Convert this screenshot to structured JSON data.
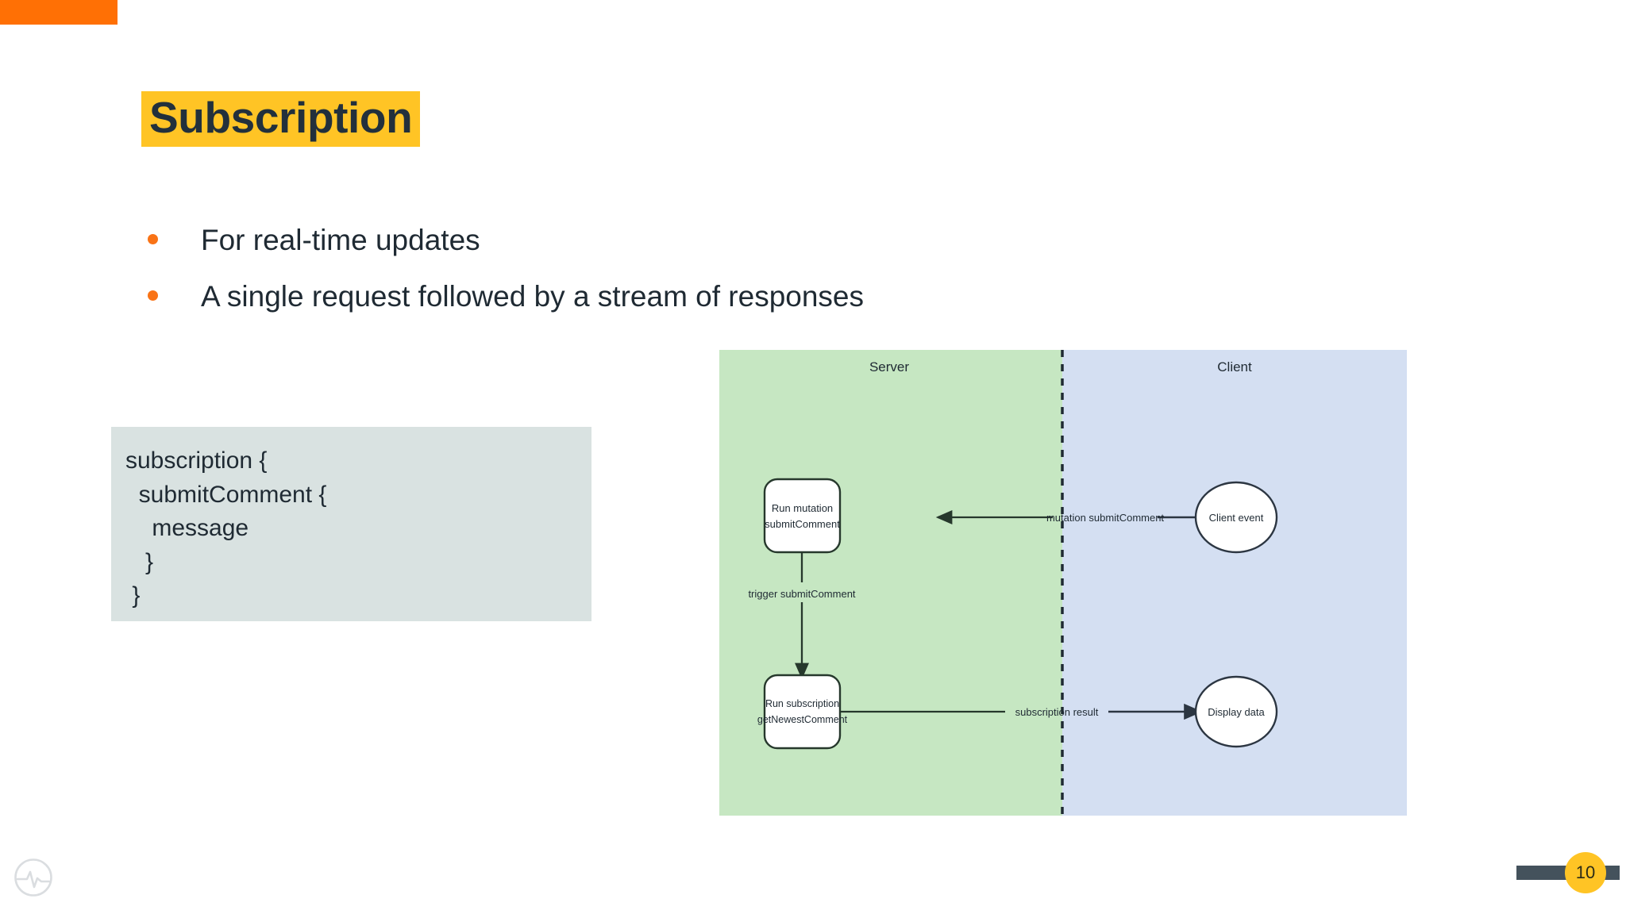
{
  "slide": {
    "title": "Subscription",
    "page_number": "10",
    "accent_color": "#FF7005",
    "highlight_color": "#FFC425",
    "bullet_color": "#F97316",
    "text_color": "#1F2A33",
    "background_color": "#FFFFFF"
  },
  "bullets": [
    {
      "text": "For real-time updates"
    },
    {
      "text": "A single request followed by a stream of responses"
    }
  ],
  "code": {
    "background_color": "#D9E2E1",
    "lines": [
      "subscription {",
      "  submitComment {",
      "    message",
      "   }",
      " }"
    ]
  },
  "diagram": {
    "panels": [
      {
        "name": "server",
        "label": "Server",
        "color": "#C6E7C2"
      },
      {
        "name": "client",
        "label": "Client",
        "color": "#D4DFF2"
      }
    ],
    "divider": {
      "style": "dashed",
      "color": "#1F2A33"
    },
    "nodes": [
      {
        "id": "run-mutation",
        "shape": "rounded-rect",
        "line1": "Run mutation",
        "line2": "submitComment"
      },
      {
        "id": "run-subscription",
        "shape": "rounded-rect",
        "line1": "Run subscription",
        "line2": "getNewestComment"
      },
      {
        "id": "client-event",
        "shape": "ellipse",
        "line1": "Client event",
        "line2": ""
      },
      {
        "id": "display-data",
        "shape": "ellipse",
        "line1": "Display data",
        "line2": ""
      }
    ],
    "edges": [
      {
        "id": "mutation-edge",
        "label": "mutation submitComment",
        "from": "client-event",
        "to": "run-mutation",
        "direction": "left"
      },
      {
        "id": "trigger-edge",
        "label": "trigger submitComment",
        "from": "run-mutation",
        "to": "run-subscription",
        "direction": "down"
      },
      {
        "id": "subscription-edge",
        "label": "subscription result",
        "from": "run-subscription",
        "to": "display-data",
        "direction": "right"
      }
    ],
    "stroke_color": "#26382C",
    "node_fill": "#FFFFFF"
  },
  "footer": {
    "logo_name": "pulse-circle-logo",
    "bar_color": "#44525C",
    "circle_color": "#FFC425"
  }
}
